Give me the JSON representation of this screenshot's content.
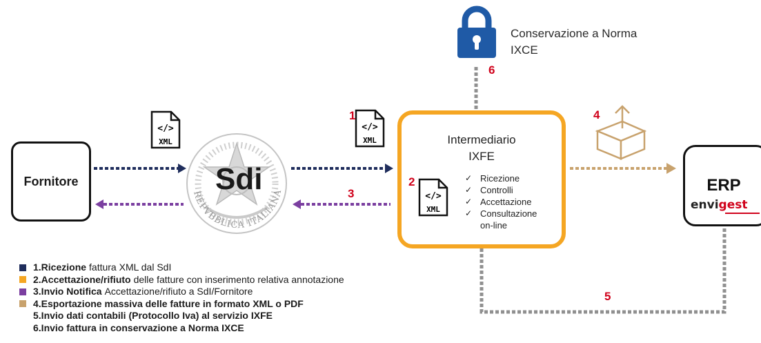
{
  "nodes": {
    "fornitore": "Fornitore",
    "sdi": "Sdi",
    "seal_text": "REPVBBLICA ITALIANA",
    "intermediario_line1": "Intermediario",
    "intermediario_line2": "IXFE",
    "intermediario_checklist": [
      "Ricezione",
      "Controlli",
      "Accettazione",
      "Consultazione",
      "on-line"
    ],
    "erp_title": "ERP",
    "erp_logo_part1": "envi",
    "erp_logo_part2": "gest",
    "conservazione_line1": "Conservazione a Norma",
    "conservazione_line2": "IXCE"
  },
  "xml_icon": {
    "code": "</>",
    "label": "XML"
  },
  "step_numbers": [
    "1",
    "2",
    "3",
    "4",
    "5",
    "6"
  ],
  "colors": {
    "step1": "#1f2d5c",
    "step2": "#f5a623",
    "step3": "#7b3fa0",
    "step4": "#c8a26d",
    "step5": "#909090",
    "step6": "#909090",
    "lock": "#1f5aa6",
    "number": "#d0021b"
  },
  "legend": [
    {
      "bold": "1.Ricezione",
      "rest": "fattura XML dal SdI",
      "color": "#1f2d5c"
    },
    {
      "bold": "2.Accettazione/rifiuto",
      "rest": "delle fatture con inserimento relativa annotazione",
      "color": "#f5a623"
    },
    {
      "bold": "3.Invio Notifica",
      "rest": "Accettazione/rifiuto a SdI/Fornitore",
      "color": "#7b3fa0"
    },
    {
      "bold": "4.Esportazione massiva delle fatture in formato XML o PDF",
      "rest": "",
      "color": "#c8a26d"
    },
    {
      "bold": "5.Invio dati contabili (Protocollo Iva) al servizio IXFE",
      "rest": "",
      "color": ""
    },
    {
      "bold": "6.Invio fattura in conservazione a Norma IXCE",
      "rest": "",
      "color": ""
    }
  ]
}
